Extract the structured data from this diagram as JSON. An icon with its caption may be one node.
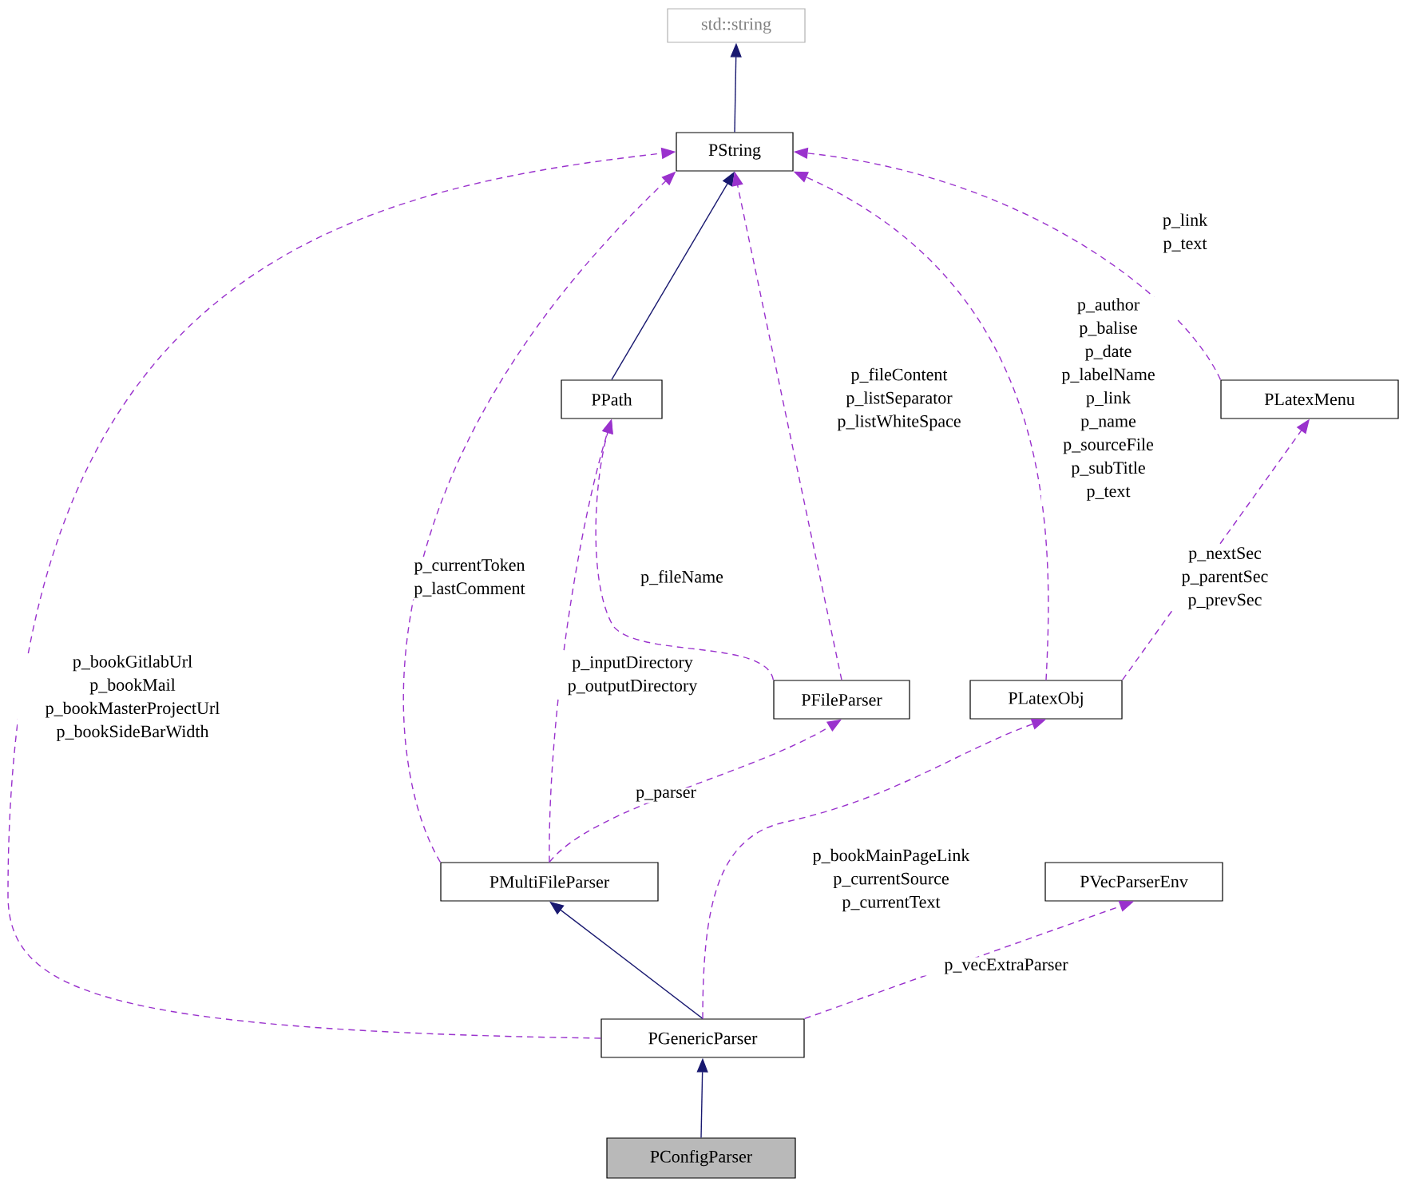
{
  "diagram": {
    "nodes": [
      {
        "text": [
          "std::string"
        ]
      },
      {
        "text": [
          "PString"
        ]
      },
      {
        "text": [
          "PPath"
        ]
      },
      {
        "text": [
          "PLatexMenu"
        ]
      },
      {
        "text": [
          "PFileParser"
        ]
      },
      {
        "text": [
          "PLatexObj"
        ]
      },
      {
        "text": [
          "PMultiFileParser"
        ]
      },
      {
        "text": [
          "PVecParserEnv"
        ]
      },
      {
        "text": [
          "PGenericParser"
        ]
      },
      {
        "text": [
          "PConfigParser"
        ]
      }
    ],
    "edges": [
      {
        "from": 1,
        "to": 0,
        "arrow": "to",
        "color": "#191970"
      },
      {
        "from": 2,
        "to": 1,
        "arrow": "to",
        "color": "#191970"
      },
      {
        "from": 8,
        "to": 6,
        "arrow": "to",
        "color": "#191970"
      },
      {
        "from": 9,
        "to": 8,
        "arrow": "to",
        "color": "#191970"
      },
      {
        "from": 3,
        "to": 1,
        "arrow": "to",
        "style": "dashed",
        "label": "p_link p_text"
      },
      {
        "from": 5,
        "to": 1,
        "arrow": "to",
        "style": "dashed",
        "label": "p_author p_balise p_date p_labelName p_link p_name p_sourceFile p_subTitle p_text"
      },
      {
        "from": 4,
        "to": 1,
        "arrow": "to",
        "style": "dashed",
        "label": "p_fileContent p_listSeparator p_listWhiteSpace"
      },
      {
        "from": 6,
        "to": 1,
        "arrow": "to",
        "style": "dashed",
        "label": "p_currentToken p_lastComment"
      },
      {
        "from": 8,
        "to": 1,
        "arrow": "to",
        "style": "dashed",
        "label": "p_bookGitlabUrl p_bookMail p_bookMasterProjectUrl p_bookSideBarWidth"
      },
      {
        "from": 4,
        "to": 2,
        "arrow": "to",
        "style": "dashed",
        "label": "p_fileName"
      },
      {
        "from": 6,
        "to": 2,
        "arrow": "to",
        "style": "dashed",
        "label": "p_inputDirectory p_outputDirectory"
      },
      {
        "from": 5,
        "to": 3,
        "arrow": "to",
        "style": "dashed",
        "label": "p_nextSec p_parentSec p_prevSec"
      },
      {
        "from": 6,
        "to": 4,
        "arrow": "to",
        "style": "dashed",
        "label": "p_parser"
      },
      {
        "from": 8,
        "to": 5,
        "arrow": "to",
        "style": "dashed",
        "label": "p_bookMainPageLink p_currentSource p_currentText"
      },
      {
        "from": 8,
        "to": 7,
        "arrow": "to",
        "style": "dashed",
        "label": "p_vecExtraParser"
      }
    ]
  }
}
